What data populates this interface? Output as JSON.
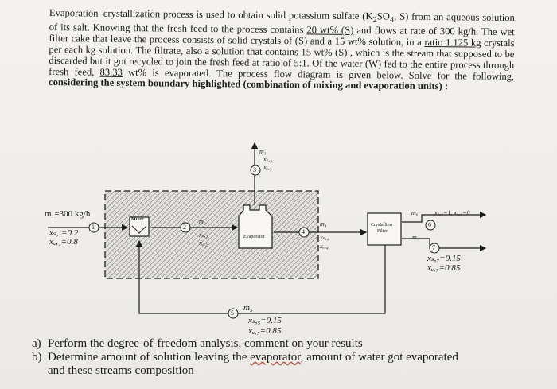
{
  "problem": {
    "text_parts": [
      "Evaporation–crystallization process is used to obtain solid potassium sulfate (K",
      "2",
      "SO",
      "4",
      ", S) from an aqueous solution of its salt. Knowing that the fresh feed to the process contains ",
      "20 wt% (S)",
      " and flows at rate of 300 kg/h. The wet filter cake that leave the process consists of solid crystals of (S) and a 15 wt% solution, in a ",
      "ratio 1.125 kg",
      " crystals per each kg solution. The filtrate, also a solution that contains 15 wt% (S) , which is the stream that supposed to be discarded but it got recycled to join the fresh feed at ratio of 5:1. Of the water (W) fed to the entire process through fresh feed, ",
      "83.33",
      " wt% is evaporated. The process flow diagram is given below. Solve for the following, ",
      "considering the system boundary highlighted (combination of mixing and evaporation units) :"
    ]
  },
  "diagram": {
    "units": {
      "mixer": "Mixer",
      "evaporator": "Evaporator",
      "crystallizer": "Crystallizer",
      "filter": "Filter"
    },
    "streams": {
      "s1": {
        "num": "1",
        "flow": "m₁=300 kg/h",
        "x_s": "xₛ,₁=0.2",
        "x_w": "xᵤ,₁=0.8"
      },
      "s2": {
        "num": "2",
        "flow": "m₂",
        "x_s": "xₛ,₂",
        "x_w": "xᵤ,₂"
      },
      "s3": {
        "num": "3",
        "flow": "m₃",
        "x_s": "xₛ,₃",
        "x_w": "xᵤ,₃"
      },
      "s4": {
        "num": "4",
        "flow": "m₄",
        "x_s": "xₛ,₄",
        "x_w": "xᵤ,₄"
      },
      "s5": {
        "num": "5",
        "flow": "m₅",
        "x_s": "xₛ,₅=0.15",
        "x_w": "xᵤ,₅=0.85"
      },
      "s6": {
        "num": "6",
        "flow": "m₆",
        "comp": "xₛ,₆=1, xᵤ,₆=0"
      },
      "s7": {
        "num": "7",
        "flow": "m₇",
        "x_s": "xₛ,₇=0.15",
        "x_w": "xᵤ,₇=0.85"
      }
    }
  },
  "questions": [
    {
      "letter": "a)",
      "text": "Perform the degree-of-freedom analysis, comment on your results"
    },
    {
      "letter": "b)",
      "text_before": "Determine amount of solution leaving the ",
      "text_mark": "evaporator",
      "text_after": ", amount of water got evaporated",
      "text_line2": "and these streams composition"
    }
  ]
}
